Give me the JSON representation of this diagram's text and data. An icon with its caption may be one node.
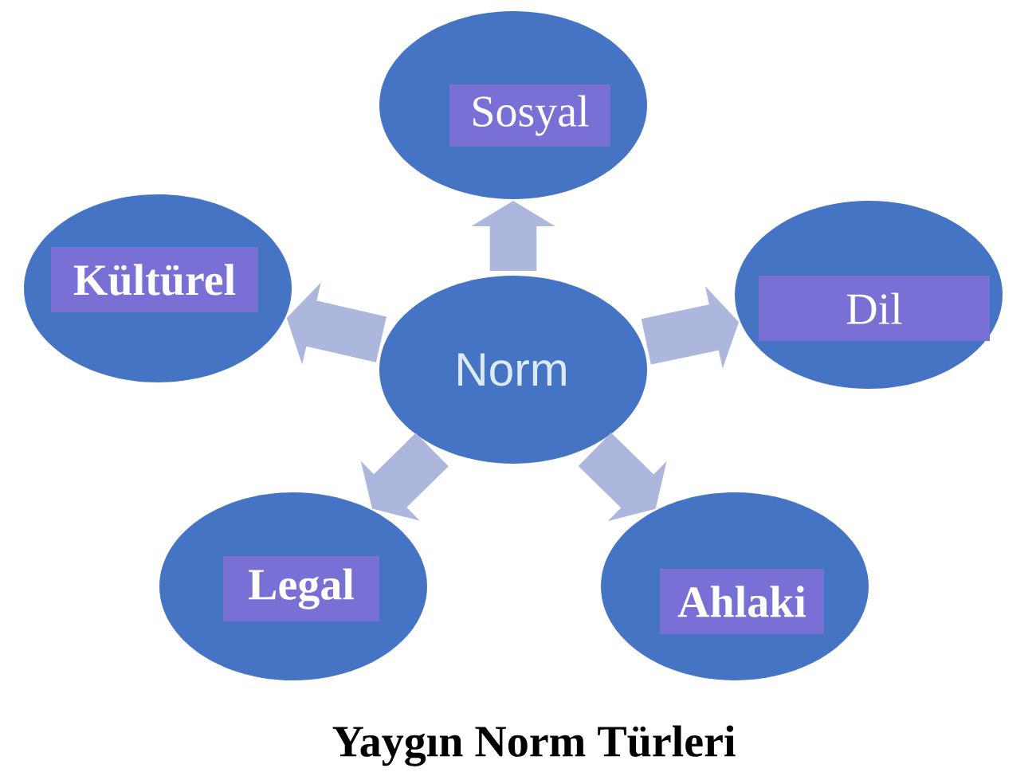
{
  "diagram": {
    "caption": "Yaygın Norm Türleri",
    "nodes": [
      {
        "text": [
          "Sosyal"
        ]
      },
      {
        "text": [
          "Kültürel"
        ]
      },
      {
        "text": [
          "Norm"
        ]
      },
      {
        "text": [
          "Dil"
        ]
      },
      {
        "text": [
          "Legal"
        ]
      },
      {
        "text": [
          "Ahlaki"
        ]
      }
    ],
    "edges": [
      {
        "from": 2,
        "to": 0,
        "arrow": "to"
      },
      {
        "from": 2,
        "to": 1,
        "arrow": "to"
      },
      {
        "from": 2,
        "to": 3,
        "arrow": "to"
      },
      {
        "from": 2,
        "to": 4,
        "arrow": "to"
      },
      {
        "from": 2,
        "to": 5,
        "arrow": "to"
      }
    ]
  }
}
